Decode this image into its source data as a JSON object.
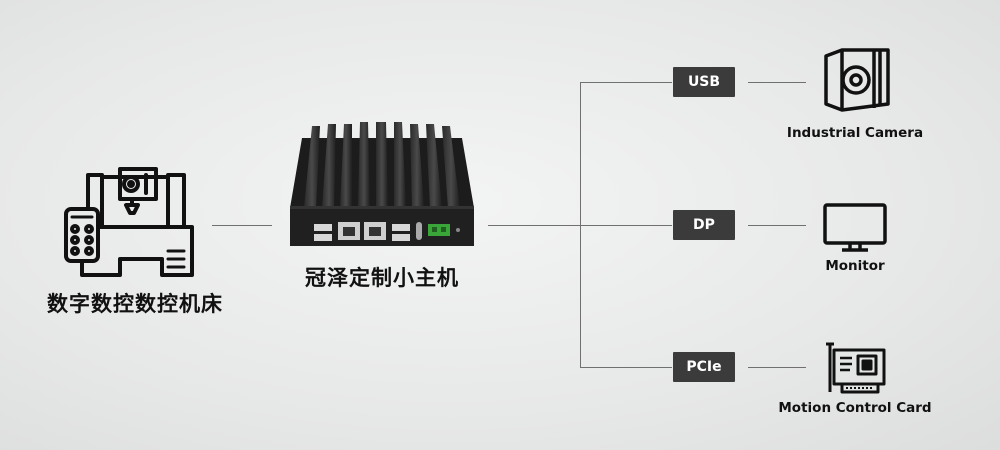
{
  "cnc_machine": {
    "label": "数字数控数控机床",
    "icon": "cnc-machine-icon"
  },
  "mini_pc": {
    "label": "冠泽定制小主机",
    "icon": "fanless-mini-pc"
  },
  "interfaces": [
    {
      "tag": "USB",
      "device": "Industrial Camera",
      "icon": "camera-icon"
    },
    {
      "tag": "DP",
      "device": "Monitor",
      "icon": "monitor-icon"
    },
    {
      "tag": "PCIe",
      "device": "Motion Control Card",
      "icon": "pcie-card-icon"
    }
  ],
  "colors": {
    "line": "#707070",
    "tag_bg": "#3b3b3b",
    "tag_text": "#ffffff"
  }
}
